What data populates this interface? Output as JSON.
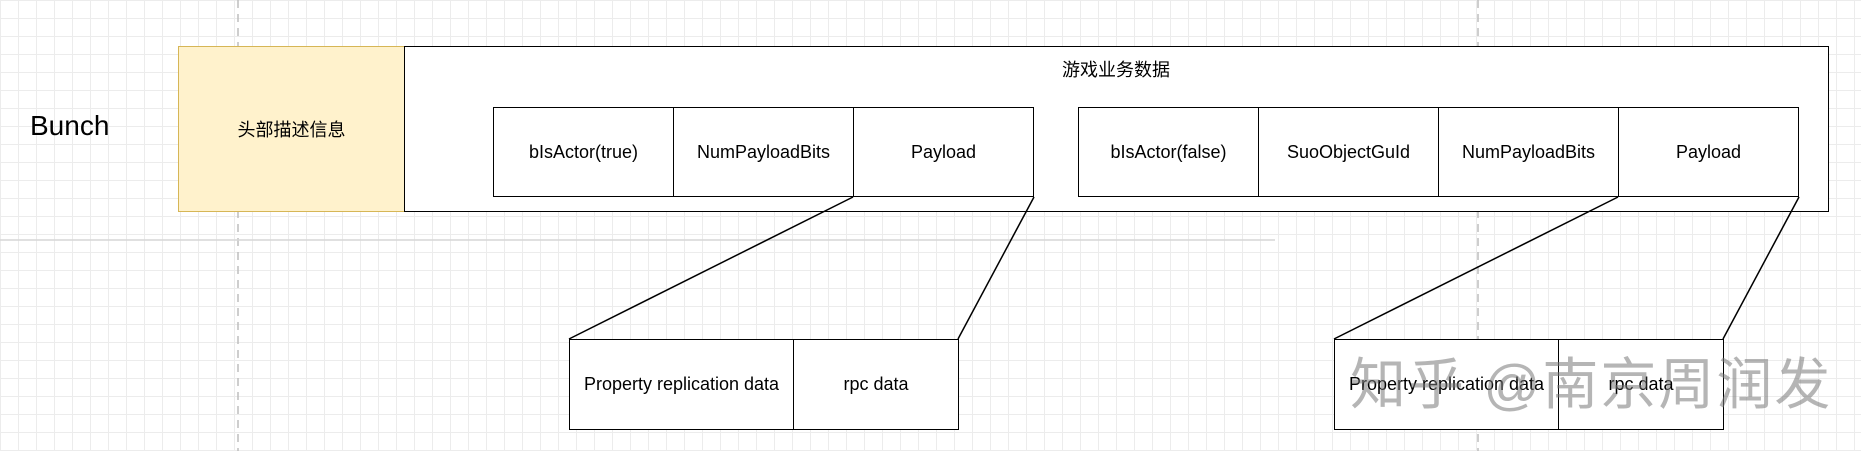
{
  "title": "Bunch",
  "header_box": {
    "label": "头部描述信息",
    "color": "#fff2cc"
  },
  "game_data_box": {
    "label": "游戏业务数据"
  },
  "actor_group": {
    "cells": [
      "bIsActor(true)",
      "NumPayloadBits",
      "Payload"
    ]
  },
  "subobject_group": {
    "cells": [
      "bIsActor(false)",
      "SuoObjectGuId",
      "NumPayloadBits",
      "Payload"
    ]
  },
  "actor_payload_detail": {
    "cells": [
      "Property replication data",
      "rpc data"
    ]
  },
  "subobject_payload_detail": {
    "cells": [
      "Property replication data",
      "rpc data"
    ]
  },
  "watermark": "知乎 @南京周润发"
}
